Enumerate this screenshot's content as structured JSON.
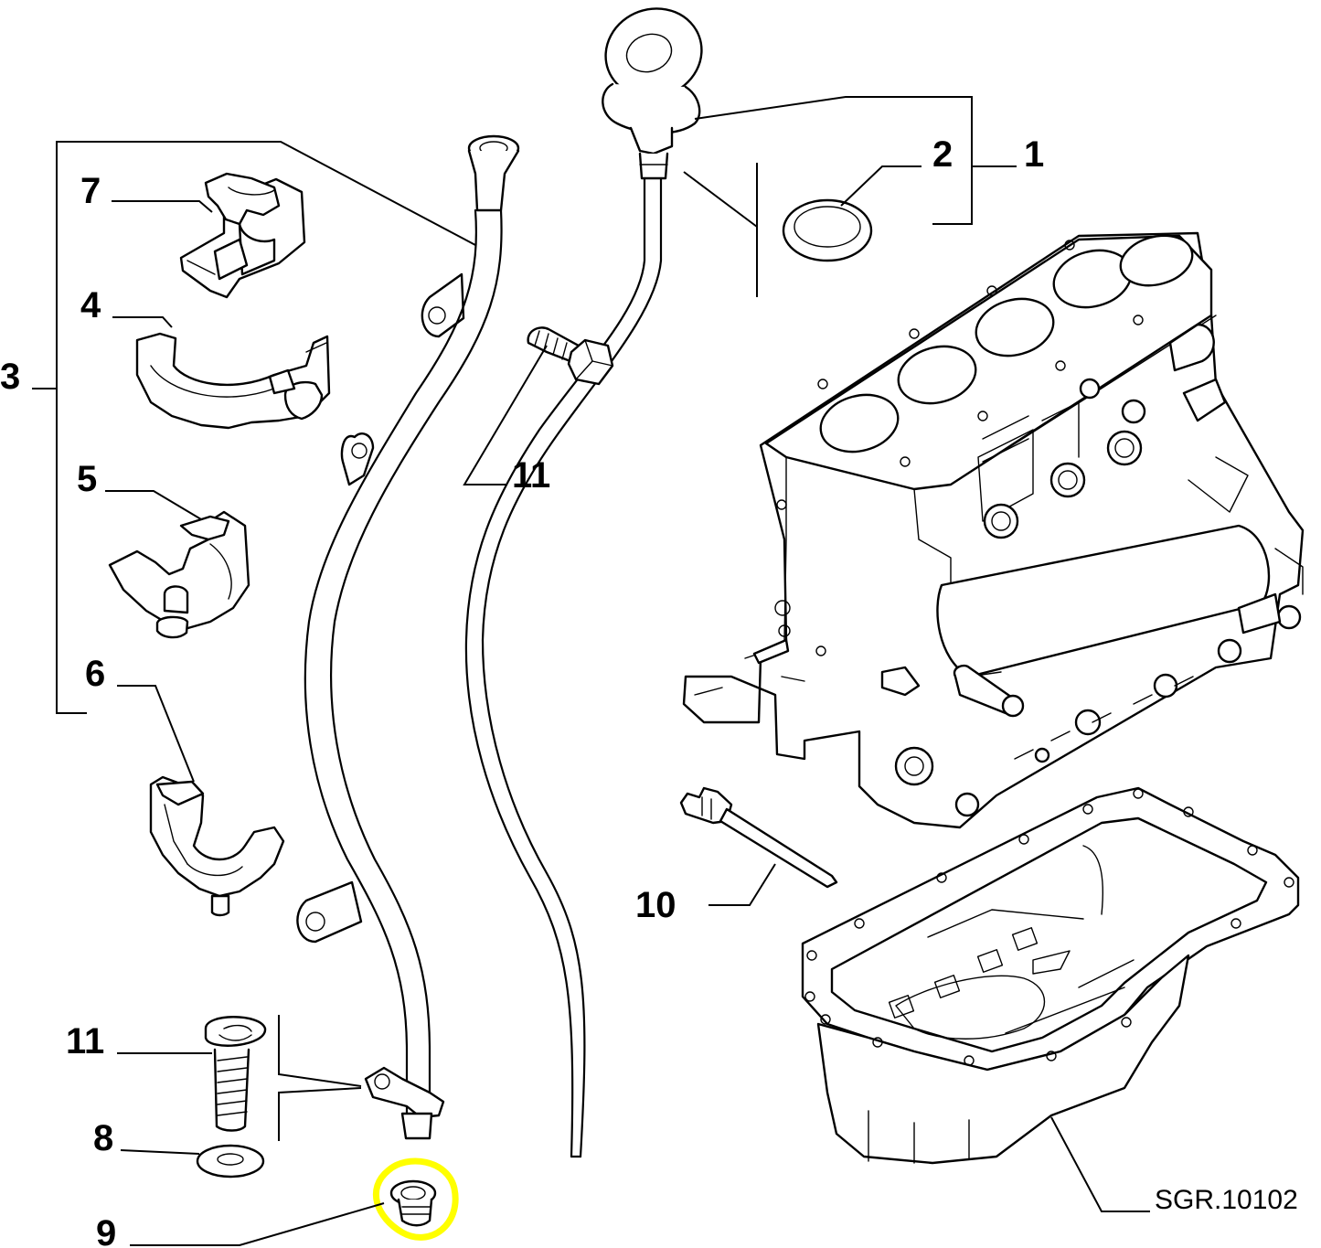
{
  "callouts": {
    "c1": "1",
    "c2": "2",
    "c3": "3",
    "c4": "4",
    "c5": "5",
    "c6": "6",
    "c7": "7",
    "c8": "8",
    "c9": "9",
    "c10": "10",
    "c11_top": "11",
    "c11_bottom": "11"
  },
  "reference_code": "SGR.10102",
  "colors": {
    "line": "#000000",
    "background": "#ffffff",
    "highlight": "#ffff00"
  }
}
